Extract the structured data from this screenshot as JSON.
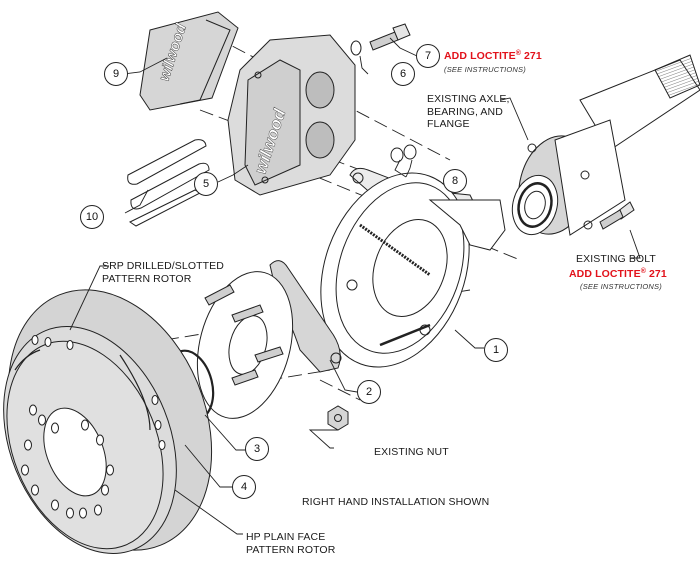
{
  "title": "Rear disc brake kit exploded view",
  "callouts": [
    "1",
    "2",
    "3",
    "4",
    "5",
    "6",
    "7",
    "8",
    "9",
    "10"
  ],
  "labels": {
    "loctite_7": {
      "text": "ADD LOCTITE",
      "reg": "®",
      "number": "271",
      "note": "(SEE INSTRUCTIONS)"
    },
    "axle": [
      "EXISTING AXLE,",
      "BEARING, AND",
      "FLANGE"
    ],
    "bolt": {
      "text": "EXISTING BOLT",
      "loctite": "ADD LOCTITE",
      "reg": "®",
      "number": "271",
      "note": "(SEE INSTRUCTIONS)"
    },
    "srp_rotor": [
      "SRP DRILLED/SLOTTED",
      "PATTERN ROTOR"
    ],
    "existing_nut": "EXISTING NUT",
    "installation": "RIGHT HAND INSTALLATION SHOWN",
    "hp_rotor": [
      "HP PLAIN FACE",
      "PATTERN ROTOR"
    ]
  },
  "brand_text": "wilwood",
  "colors": {
    "accent_red": "#e2121b",
    "part_fill": "#d9d9d9",
    "line": "#222222"
  }
}
